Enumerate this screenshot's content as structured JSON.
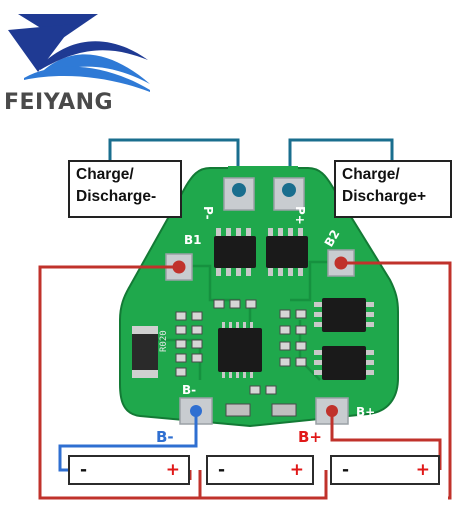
{
  "brand": {
    "name": "FEIYANG",
    "logo_colors": {
      "blue": "#1f3a93",
      "light_blue": "#2f7ad6"
    }
  },
  "callouts": {
    "left": {
      "line1": "Charge/",
      "line2": "Discharge-"
    },
    "right": {
      "line1": "Charge/",
      "line2": "Discharge+"
    }
  },
  "board": {
    "pad_labels": {
      "p_minus": "P-",
      "p_plus": "P+",
      "b1": "B1",
      "b2": "B2",
      "b_minus": "B-",
      "b_plus": "B+"
    },
    "resistor_marking": "R020",
    "colors": {
      "pcb": "#1ea64b",
      "pcb_edge": "#158a3a",
      "pad": "#c8ccd0"
    }
  },
  "terminals": {
    "b_minus": "B-",
    "b_plus": "B+"
  },
  "batteries": [
    {
      "minus": "-",
      "plus": "+"
    },
    {
      "minus": "-",
      "plus": "+"
    },
    {
      "minus": "-",
      "plus": "+"
    }
  ],
  "wire_colors": {
    "blue": "#2f6fd1",
    "red": "#c0322b",
    "teal": "#1a6e8e"
  }
}
